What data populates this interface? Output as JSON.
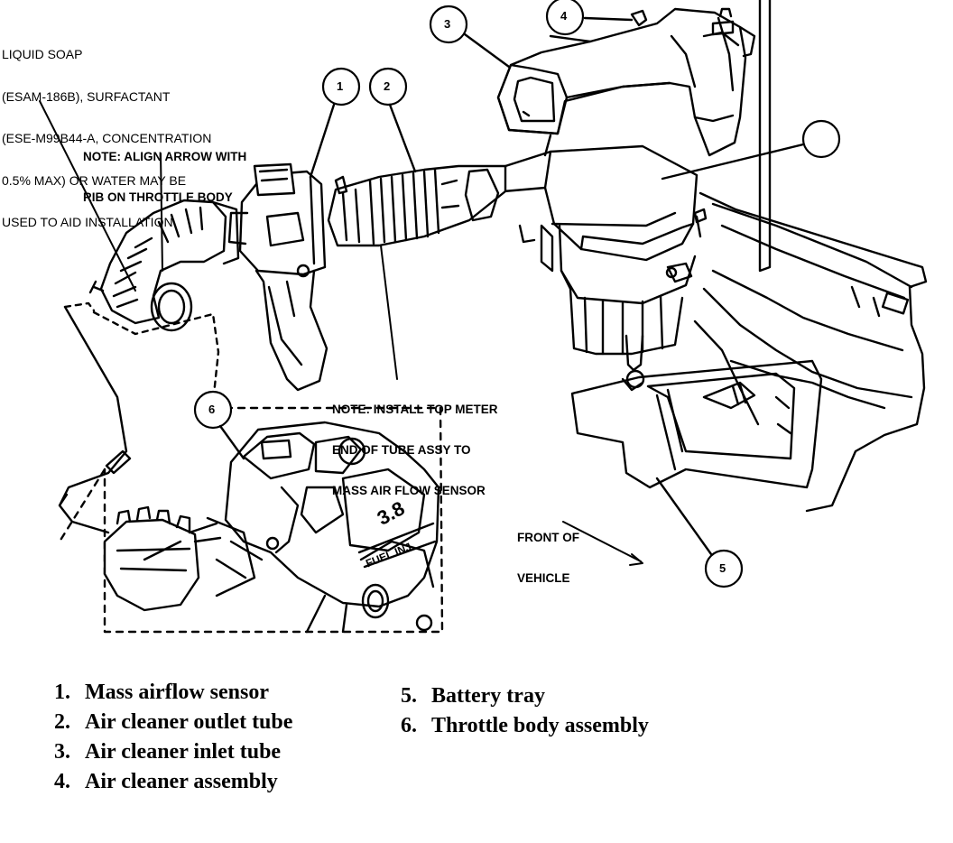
{
  "notes": {
    "soap": [
      "LIQUID SOAP",
      "(ESAM-186B), SURFACTANT",
      "(ESE-M99B44-A, CONCENTRATION",
      "0.5% MAX) OR WATER MAY BE",
      "USED TO AID INSTALLATION"
    ],
    "align": [
      "NOTE: ALIGN ARROW WITH",
      "RIB ON THROTTLE BODY"
    ],
    "install": [
      "NOTE: INSTALL TOP METER",
      "END OF TUBE ASSY TO",
      "MASS AIR FLOW SENSOR"
    ],
    "front": [
      "FRONT OF",
      "VEHICLE"
    ]
  },
  "callouts": {
    "c1": "1",
    "c2": "2",
    "c3": "3",
    "c4": "4",
    "c5": "5",
    "c6": "6"
  },
  "engine_marks": {
    "displacement": "3.8",
    "fuel": "FUEL INJ"
  },
  "legend": {
    "left": [
      {
        "num": "1.",
        "label": "Mass airflow sensor"
      },
      {
        "num": "2.",
        "label": "Air cleaner outlet tube"
      },
      {
        "num": "3.",
        "label": "Air cleaner inlet tube"
      },
      {
        "num": "4.",
        "label": "Air cleaner assembly"
      }
    ],
    "right": [
      {
        "num": "5.",
        "label": "Battery tray"
      },
      {
        "num": "6.",
        "label": "Throttle body assembly"
      }
    ]
  }
}
